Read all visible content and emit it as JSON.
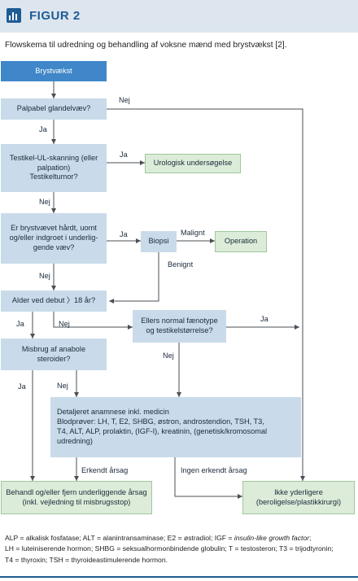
{
  "figure": {
    "label": "FIGUR 2",
    "subtitle": "Flowskema til udredning og behandling af voksne mænd med brystvækst [2]."
  },
  "nodes": {
    "start": "Brystvækst",
    "palpable": "Palpabel glandelvæv?",
    "ultrasound": "Testikel-UL-skanning (eller\npalpation)\nTestikeltumor?",
    "urology": "Urologisk undersøgelse",
    "hard_tissue": "Er brystvævet hårdt, uomt\nog/eller indgroet i underlig-\ngende væv?",
    "biopsy": "Biopsi",
    "operation": "Operation",
    "age": "Alder ved debut 〉18 år?",
    "normal_phenotype": "Ellers normal fænotype\nog testikelstørrelse?",
    "steroids": "Misbrug af anabole\nsteroider?",
    "detailed": "Detaljeret anamnese inkl. medicin\nBlodprøver: LH, T, E2, SHBG, østron, androstendion, TSH, T3,\nT4, ALT, ALP, prolaktin, (IGF-I), kreatinin, (genetisk/kromosomal\nudredning)",
    "treat": "Behandl og/eller fjern underliggende årsag\n(inkl. vejledning til misbrugsstop)",
    "no_further": "Ikke yderligere\n(beroligelse/plastikkirurgi)"
  },
  "edge_labels": {
    "palpable_no": "Nej",
    "palpable_yes": "Ja",
    "ultrasound_yes": "Ja",
    "ultrasound_no": "Nej",
    "hard_yes": "Ja",
    "hard_no": "Nej",
    "malignant": "Malignt",
    "benign": "Benignt",
    "age_yes": "Ja",
    "age_no": "Nej",
    "phenotype_yes": "Ja",
    "phenotype_no": "Nej",
    "steroids_yes": "Ja",
    "steroids_no": "Nej",
    "known_cause": "Erkendt årsag",
    "no_known_cause": "Ingen erkendt årsag"
  },
  "footnote": {
    "part1": "ALP = alkalisk fosfatase; ALT = alanintransaminase; E2 = østradiol; IGF = ",
    "igf_italic": "insulin-like growth factor",
    "part2": ";\nLH = luteiniserende hormon; SHBG = seksualhormonbindende globulin; T = testosteron; T3 = trijodtyronin;\nT4 = thyroxin; TSH = thyroideastimulerende hormon."
  },
  "colors": {
    "accent": "#1f5b94",
    "header_bg": "#dde6ef",
    "start_fill": "#3f87c8",
    "node_fill": "#c9dbea",
    "outcome_fill": "#dcecd9",
    "line": "#4a4f55"
  }
}
